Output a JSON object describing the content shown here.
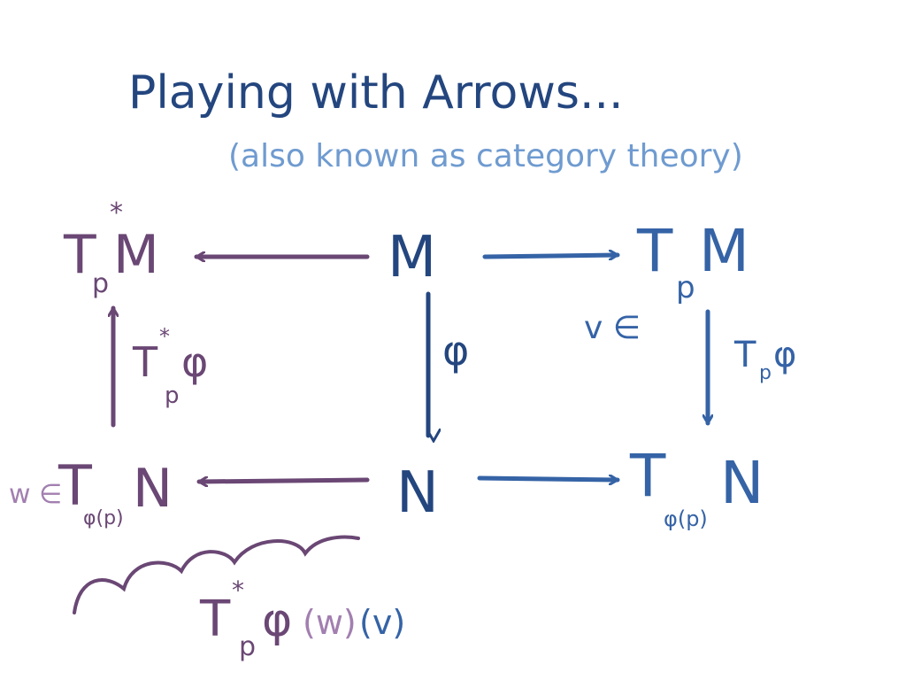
{
  "title": "Playing with Arrows...",
  "subtitle": "(also known as category theory)",
  "nodes": {
    "cotangent_M": {
      "base": "T",
      "sup": "*",
      "sub": "p",
      "space": "M"
    },
    "M": "M",
    "tangent_M": {
      "base": "T",
      "sub": "p",
      "space": "M",
      "prefix": "v ∈"
    },
    "N": "N",
    "tangent_N": {
      "base": "T",
      "sub": "φ(p)",
      "space": "N"
    },
    "cotangent_N": {
      "prefix": "w ∈",
      "base": "T",
      "sub": "φ(p)",
      "space": "N"
    }
  },
  "arrows": {
    "phi": "φ",
    "pushforward": {
      "base": "T",
      "sub": "p",
      "map": "φ"
    },
    "pullback": {
      "base": "T",
      "sup": "*",
      "sub": "p",
      "map": "φ"
    }
  },
  "formula": {
    "base": "T",
    "sup": "*",
    "sub": "p",
    "map": "φ",
    "arg1": "(w)",
    "arg2": "(v)"
  },
  "colors": {
    "dark_blue": "#24467f",
    "light_blue": "#6f9bd0",
    "mid_blue": "#3563a6",
    "purple": "#6a4774",
    "light_purple": "#a27fb0"
  }
}
